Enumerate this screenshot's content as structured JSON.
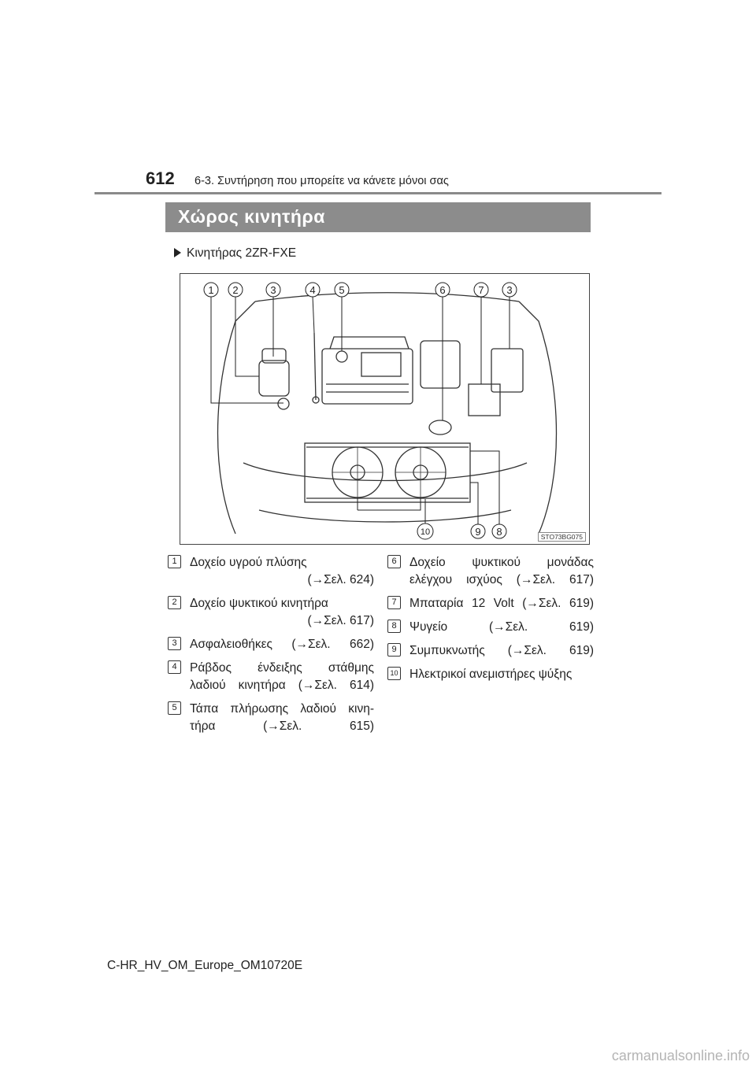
{
  "header": {
    "page_number": "612",
    "chapter": "6-3. Συντήρηση που μπορείτε να κάνετε μόνοι σας"
  },
  "section": {
    "title": "Χώρος κινητήρα",
    "engine": "Κινητήρας 2ZR-FXE"
  },
  "figure": {
    "code": "STO73BG075",
    "callouts_top": [
      "1",
      "2",
      "3",
      "4",
      "5",
      "6",
      "7",
      "3"
    ],
    "callouts_bottom": [
      "10",
      "9",
      "8"
    ]
  },
  "legend_left": [
    {
      "num": "1",
      "desc": "Δοχείο υγρού πλύσης",
      "ref": "(→Σελ. 624)"
    },
    {
      "num": "2",
      "desc": "Δοχείο ψυκτικού κινητήρα",
      "ref": "(→Σελ. 617)"
    },
    {
      "num": "3",
      "desc": "Ασφαλειοθήκες (→Σελ. 662)",
      "ref": ""
    },
    {
      "num": "4",
      "desc": "Ράβδος ένδειξης στάθμης",
      "ref": "λαδιού κινητήρα (→Σελ. 614)"
    },
    {
      "num": "5",
      "desc": "Τάπα πλήρωσης λαδιού κινη-",
      "ref": "τήρα (→Σελ. 615)"
    }
  ],
  "legend_right": [
    {
      "num": "6",
      "desc": "Δοχείο ψυκτικού μονάδας",
      "ref": "ελέγχου ισχύος (→Σελ. 617)"
    },
    {
      "num": "7",
      "desc": "Μπαταρία 12 Volt (→Σελ. 619)",
      "ref": ""
    },
    {
      "num": "8",
      "desc": "Ψυγείο (→Σελ. 619)",
      "ref": ""
    },
    {
      "num": "9",
      "desc": "Συμπυκνωτής (→Σελ. 619)",
      "ref": ""
    },
    {
      "num": "10",
      "desc": "Ηλεκτρικοί ανεμιστήρες ψύξης",
      "ref": ""
    }
  ],
  "footer": {
    "doc_id": "C-HR_HV_OM_Europe_OM10720E",
    "watermark": "carmanualsonline.info"
  }
}
